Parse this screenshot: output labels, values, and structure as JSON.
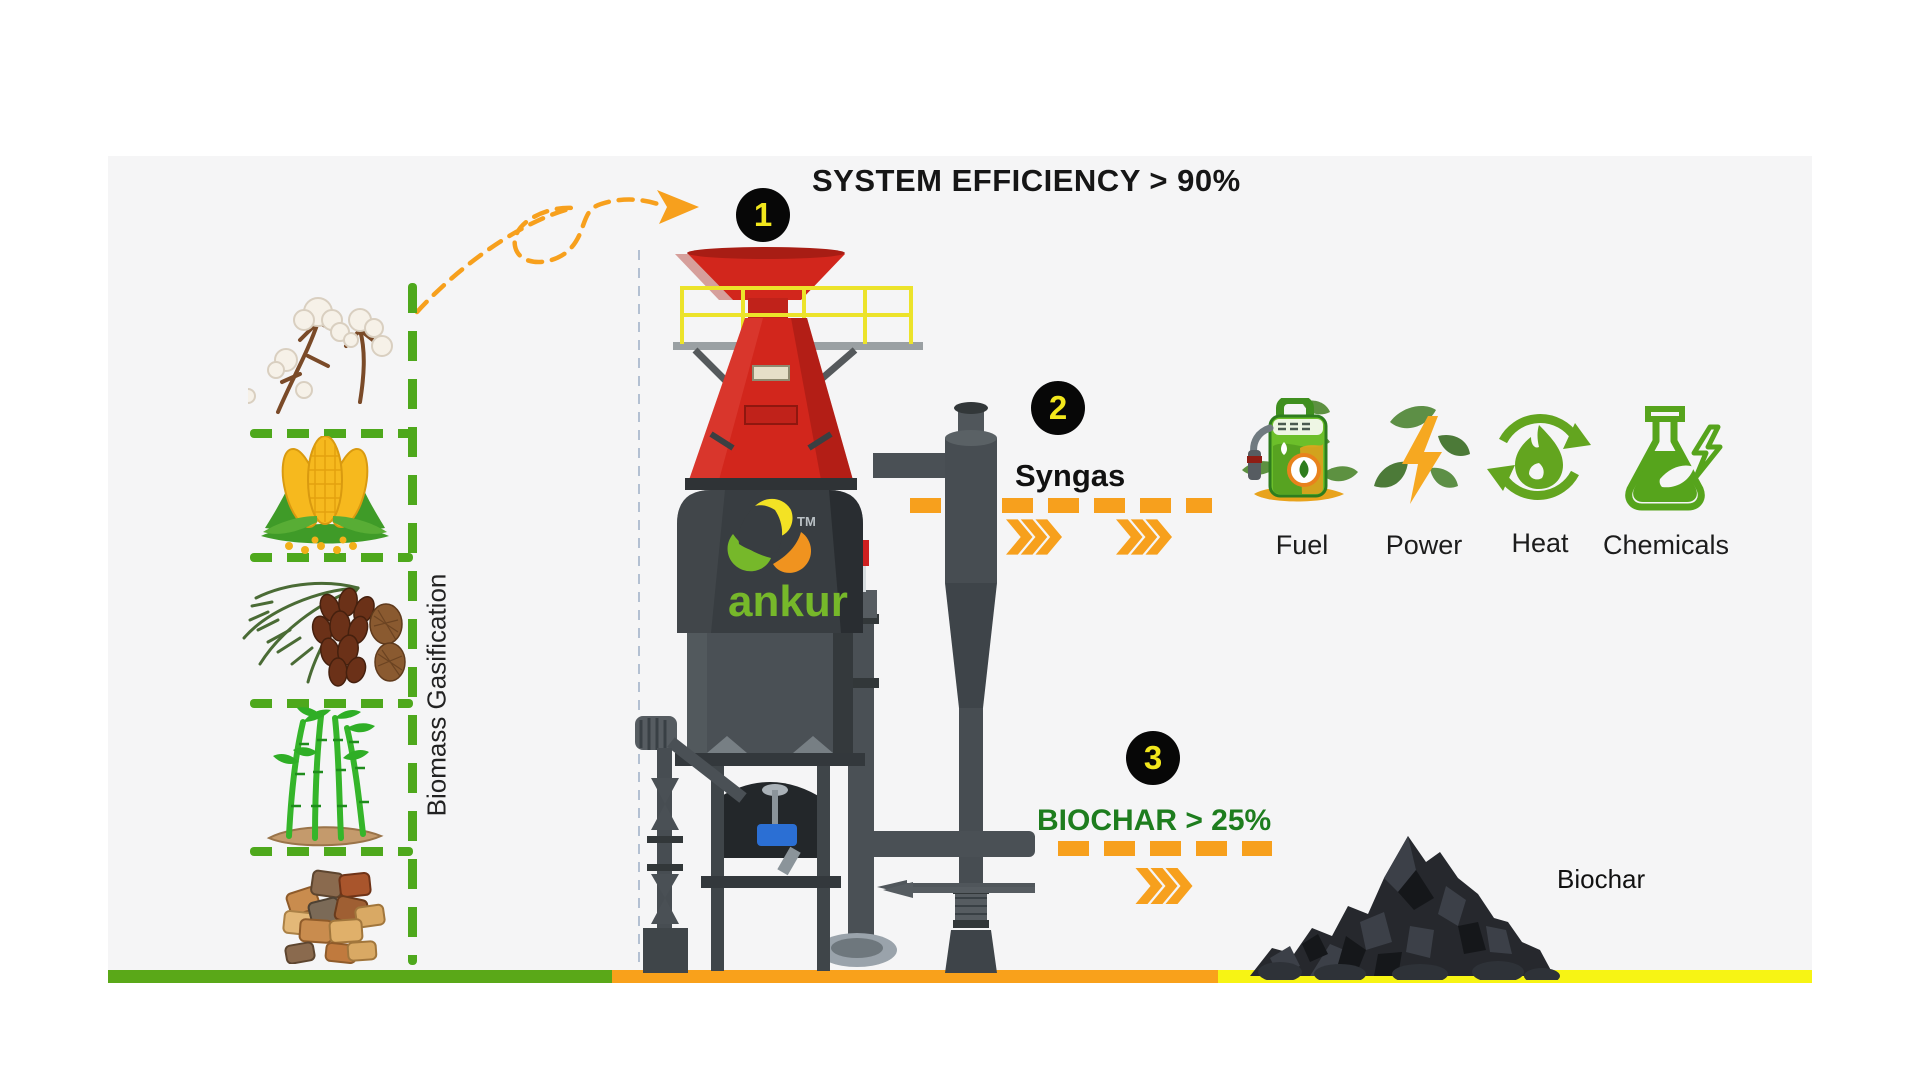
{
  "title": "SYSTEM EFFICIENCY > 90%",
  "steps": [
    {
      "number": "1"
    },
    {
      "number": "2"
    },
    {
      "number": "3"
    }
  ],
  "axis_label": "Biomass Gasification",
  "feedstocks": [
    {
      "name": "cotton"
    },
    {
      "name": "corn"
    },
    {
      "name": "date-palm-fruit"
    },
    {
      "name": "bamboo"
    },
    {
      "name": "wood-chips"
    }
  ],
  "machine": {
    "brand": "ankur",
    "tm": "TM"
  },
  "syngas": {
    "label": "Syngas"
  },
  "outputs": [
    {
      "label": "Fuel"
    },
    {
      "label": "Power"
    },
    {
      "label": "Heat"
    },
    {
      "label": "Chemicals"
    }
  ],
  "biochar": {
    "heading": "BIOCHAR > 25%",
    "pile_label": "Biochar"
  },
  "colors": {
    "accent_orange": "#f7a01d",
    "leaf_green": "#4ea81c",
    "bar_green": "#5aa818",
    "bar_orange": "#f9a11b",
    "bar_yellow": "#f7f414",
    "badge_bg": "#070707",
    "badge_number": "#f2e71c",
    "biochar_green": "#1e7d1e",
    "machine_red": "#d2261c",
    "machine_dark": "#383d41",
    "panel_bg": "#f5f5f6"
  }
}
